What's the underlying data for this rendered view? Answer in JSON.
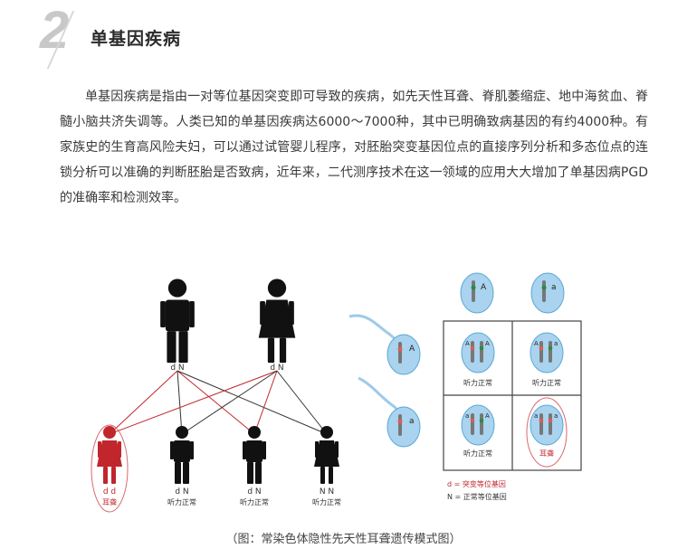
{
  "section": {
    "number": "2",
    "title": "单基因疾病"
  },
  "paragraph": "单基因疾病是指由一对等位基因突变即可导致的疾病，如先天性耳聋、脊肌萎缩症、地中海贫血、脊髓小脑共济失调等。人类已知的单基因疾病达6000～7000种，其中已明确致病基因的有约4000种。有家族史的生育高风险夫妇，可以通过试管婴儿程序，对胚胎突变基因位点的直接序列分析和多态位点的连锁分析可以准确的判断胚胎是否致病，近年来，二代测序技术在这一领域的应用大大增加了单基因病PGD的准确率和检测效率。",
  "figure": {
    "parents": [
      {
        "genotype": "d N"
      },
      {
        "genotype": "d N"
      }
    ],
    "children": [
      {
        "genotype": "d d",
        "label": "耳聋"
      },
      {
        "genotype": "d N",
        "label": "听力正常"
      },
      {
        "genotype": "d N",
        "label": "听力正常"
      },
      {
        "genotype": "N N",
        "label": "听力正常"
      }
    ],
    "gametes": [
      "A",
      "a"
    ],
    "punnett_cells": [
      {
        "label": "听力正常",
        "alleles": [
          "A",
          "A"
        ]
      },
      {
        "label": "听力正常",
        "alleles": [
          "A",
          "a"
        ]
      },
      {
        "label": "听力正常",
        "alleles": [
          "a",
          "A"
        ]
      },
      {
        "label": "耳聋",
        "alleles": [
          "a",
          "a"
        ]
      }
    ],
    "legend": {
      "d": "d = 突变等位基因",
      "n": "N = 正常等位基因"
    },
    "colors": {
      "affected": "#c0262c",
      "cell": "#a9d3ee",
      "cell_border": "#5aa7d6",
      "line": "#333333"
    }
  },
  "caption": "（图：常染色体隐性先天性耳聋遗传模式图）"
}
